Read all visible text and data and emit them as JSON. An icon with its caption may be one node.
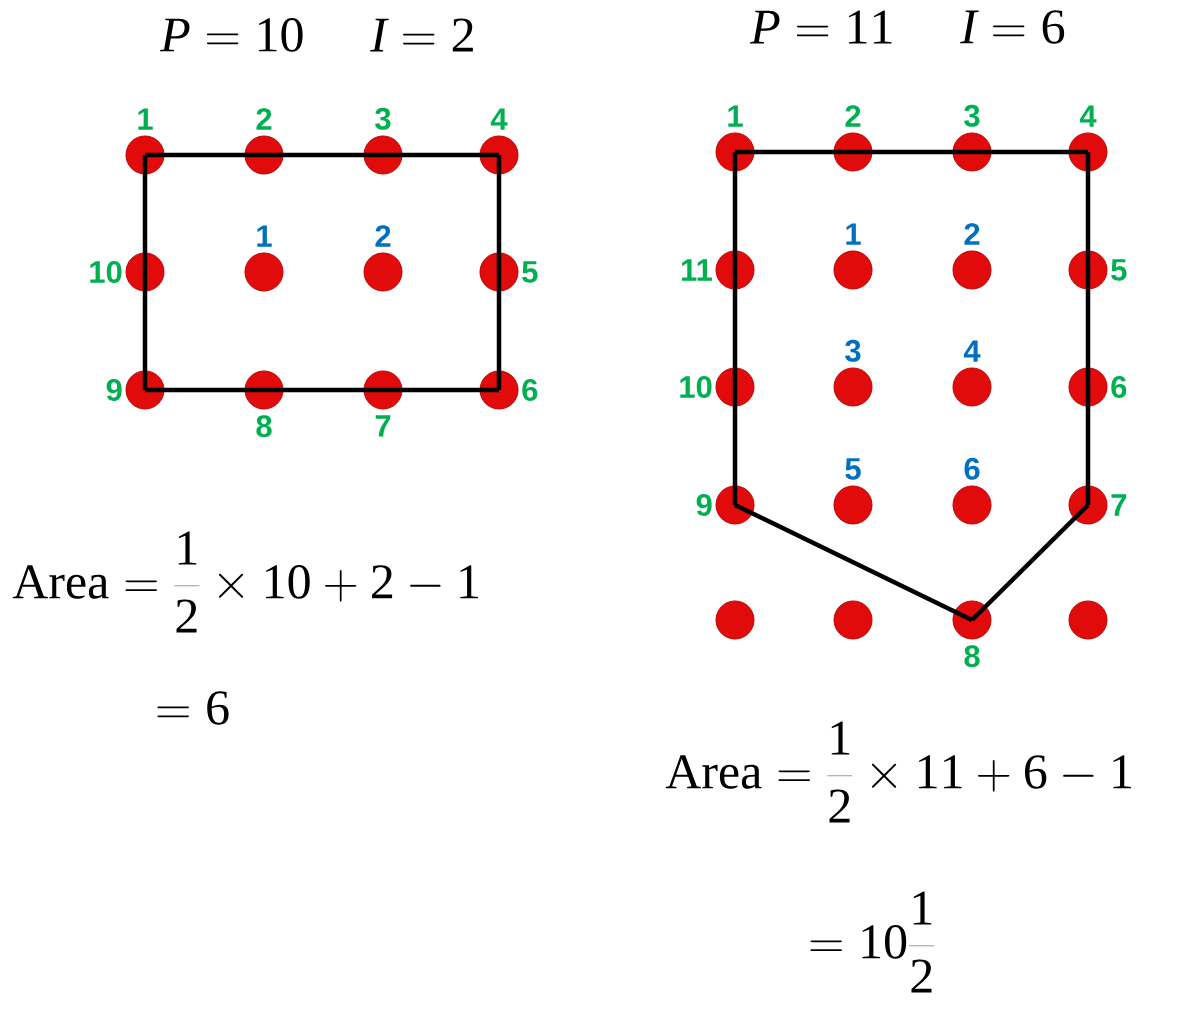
{
  "diagram": {
    "nodes": [
      {
        "text": [],
        "shape": "circle",
        "beside": [
          "1"
        ]
      },
      {
        "text": [],
        "shape": "circle",
        "beside": [
          "2"
        ]
      },
      {
        "text": [],
        "shape": "circle",
        "beside": [
          "3"
        ]
      },
      {
        "text": [],
        "shape": "circle",
        "beside": [
          "4"
        ]
      },
      {
        "text": [],
        "shape": "circle",
        "beside": [
          "10"
        ]
      },
      {
        "text": [],
        "shape": "circle",
        "beside": [
          "1"
        ]
      },
      {
        "text": [],
        "shape": "circle",
        "beside": [
          "2"
        ]
      },
      {
        "text": [],
        "shape": "circle",
        "beside": [
          "5"
        ]
      },
      {
        "text": [],
        "shape": "circle",
        "beside": [
          "9"
        ]
      },
      {
        "text": [],
        "shape": "circle",
        "beside": [
          "8"
        ]
      },
      {
        "text": [],
        "shape": "circle",
        "beside": [
          "7"
        ]
      },
      {
        "text": [],
        "shape": "circle",
        "beside": [
          "6"
        ]
      },
      {
        "text": [],
        "shape": "circle",
        "beside": [
          "1"
        ]
      },
      {
        "text": [],
        "shape": "circle",
        "beside": [
          "2"
        ]
      },
      {
        "text": [],
        "shape": "circle",
        "beside": [
          "3"
        ]
      },
      {
        "text": [],
        "shape": "circle",
        "beside": [
          "4"
        ]
      },
      {
        "text": [],
        "shape": "circle",
        "beside": [
          "11"
        ]
      },
      {
        "text": [],
        "shape": "circle",
        "beside": [
          "1"
        ]
      },
      {
        "text": [],
        "shape": "circle",
        "beside": [
          "2"
        ]
      },
      {
        "text": [],
        "shape": "circle",
        "beside": [
          "5"
        ]
      },
      {
        "text": [],
        "shape": "circle",
        "beside": [
          "10"
        ]
      },
      {
        "text": [],
        "shape": "circle",
        "beside": [
          "3"
        ]
      },
      {
        "text": [],
        "shape": "circle",
        "beside": [
          "4"
        ]
      },
      {
        "text": [],
        "shape": "circle",
        "beside": [
          "6"
        ]
      },
      {
        "text": [],
        "shape": "circle",
        "beside": [
          "9"
        ]
      },
      {
        "text": [],
        "shape": "circle",
        "beside": [
          "5"
        ]
      },
      {
        "text": [],
        "shape": "circle",
        "beside": [
          "6"
        ]
      },
      {
        "text": [],
        "shape": "circle",
        "beside": [
          "7"
        ]
      },
      {
        "text": [],
        "shape": "circle"
      },
      {
        "text": [],
        "shape": "circle"
      },
      {
        "text": [],
        "shape": "circle",
        "beside": [
          "8"
        ]
      },
      {
        "text": [],
        "shape": "circle"
      }
    ],
    "edges": [
      {
        "from": 0,
        "to": 1,
        "arrow": "none"
      },
      {
        "from": 1,
        "to": 2,
        "arrow": "none"
      },
      {
        "from": 2,
        "to": 3,
        "arrow": "none"
      },
      {
        "from": 3,
        "to": 7,
        "arrow": "none"
      },
      {
        "from": 7,
        "to": 11,
        "arrow": "none"
      },
      {
        "from": 11,
        "to": 10,
        "arrow": "none"
      },
      {
        "from": 10,
        "to": 9,
        "arrow": "none"
      },
      {
        "from": 9,
        "to": 8,
        "arrow": "none"
      },
      {
        "from": 8,
        "to": 4,
        "arrow": "none"
      },
      {
        "from": 4,
        "to": 0,
        "arrow": "none"
      },
      {
        "from": 12,
        "to": 13,
        "arrow": "none"
      },
      {
        "from": 13,
        "to": 14,
        "arrow": "none"
      },
      {
        "from": 14,
        "to": 15,
        "arrow": "none"
      },
      {
        "from": 15,
        "to": 19,
        "arrow": "none"
      },
      {
        "from": 19,
        "to": 23,
        "arrow": "none"
      },
      {
        "from": 23,
        "to": 27,
        "arrow": "none"
      },
      {
        "from": 27,
        "to": 30,
        "arrow": "none"
      },
      {
        "from": 30,
        "to": 24,
        "arrow": "none"
      },
      {
        "from": 24,
        "to": 20,
        "arrow": "none"
      },
      {
        "from": 20,
        "to": 16,
        "arrow": "none"
      },
      {
        "from": 16,
        "to": 12,
        "arrow": "none"
      }
    ],
    "labels": [
      "P=10",
      "I=2",
      "P=11",
      "I=6",
      "\\mathrm{Area}=\\frac{1}{2}\\times 10+2-1",
      "=6",
      "\\mathrm{Area}=\\frac{1}{2}\\times 11+6-1",
      "=10\\frac{1}{2}"
    ]
  }
}
